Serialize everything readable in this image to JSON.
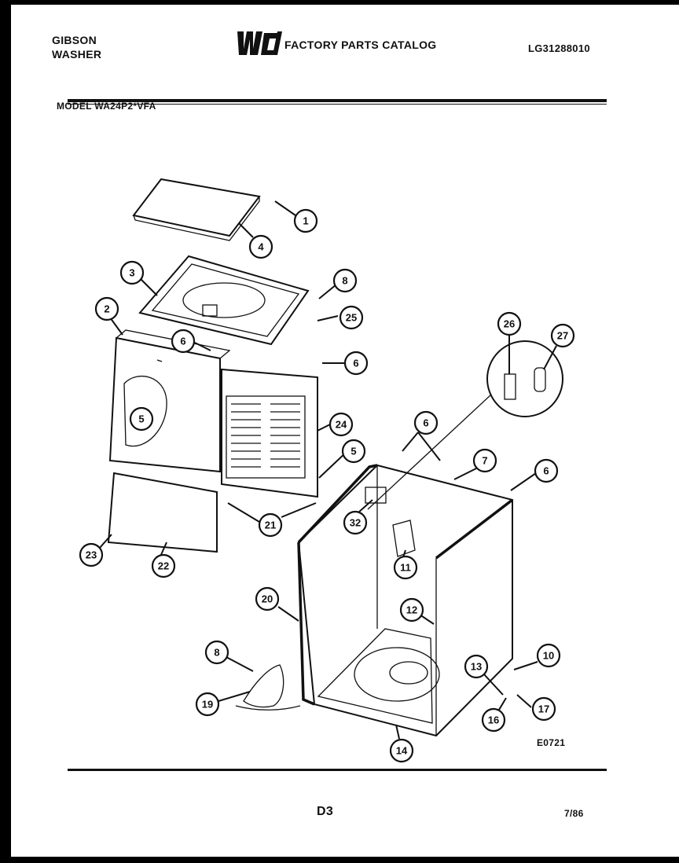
{
  "header": {
    "brand_line1": "GIBSON",
    "brand_line2": "WASHER",
    "catalog_title": "FACTORY PARTS CATALOG",
    "document_number": "LG31288010",
    "model": "MODEL WA24P2*VFA"
  },
  "figure_code": "E0721",
  "footer": {
    "page": "D3",
    "date": "7/86"
  },
  "callouts": [
    "1",
    "4",
    "3",
    "8",
    "25",
    "2",
    "6",
    "6",
    "5",
    "24",
    "5",
    "21",
    "22",
    "23",
    "26",
    "27",
    "6",
    "7",
    "6",
    "32",
    "11",
    "20",
    "12",
    "8",
    "19",
    "13",
    "10",
    "16",
    "17",
    "14"
  ]
}
